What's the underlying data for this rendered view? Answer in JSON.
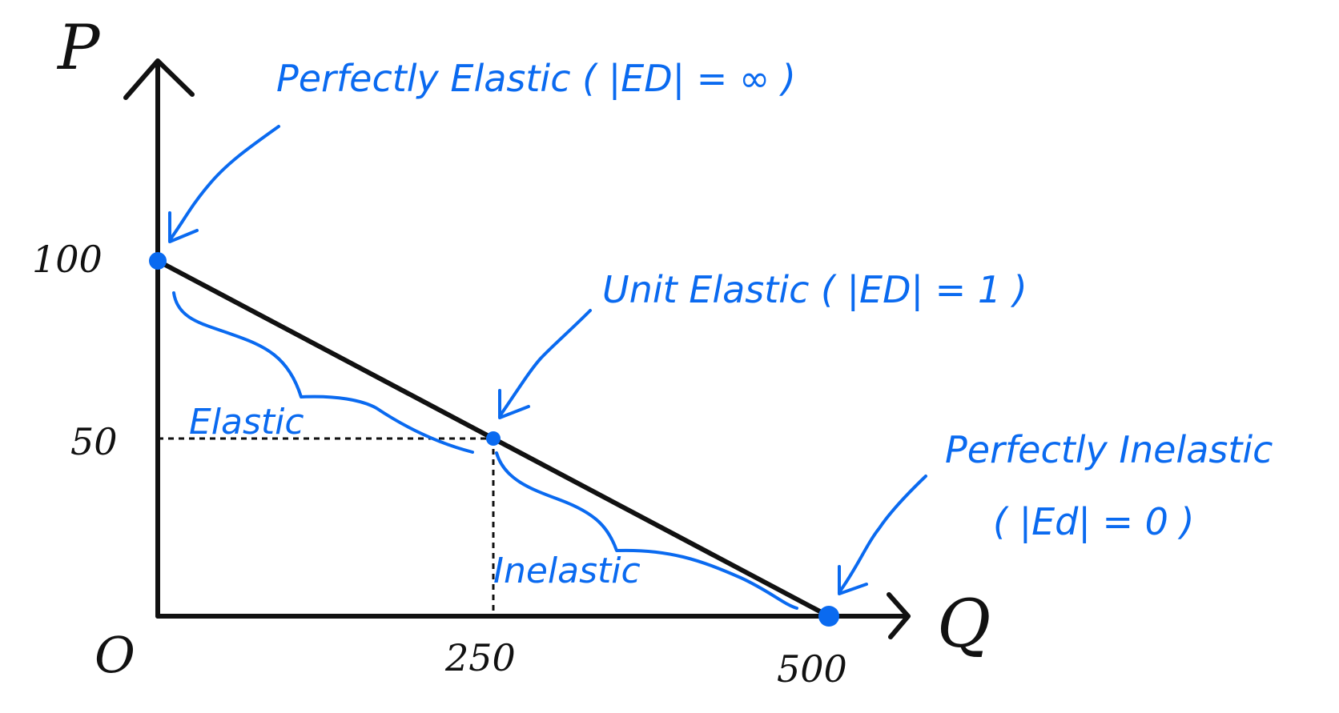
{
  "axes": {
    "y_label": "P",
    "x_label": "Q",
    "origin_label": "O",
    "y_ticks": [
      "100",
      "50"
    ],
    "x_ticks": [
      "250",
      "500"
    ]
  },
  "chart_data": {
    "type": "line",
    "series": [
      {
        "x": [
          0,
          250,
          500
        ],
        "y": [
          100,
          50,
          0
        ]
      }
    ],
    "points": [
      {
        "q": 0,
        "p": 100
      },
      {
        "q": 250,
        "p": 50
      },
      {
        "q": 500,
        "p": 0
      }
    ],
    "xlim": [
      0,
      500
    ],
    "ylim": [
      0,
      100
    ]
  },
  "annotations": {
    "perfectly_elastic": "Perfectly Elastic ( |ED| = ∞ )",
    "unit_elastic": "Unit Elastic ( |ED| = 1 )",
    "perfectly_inelastic_line1": "Perfectly Inelastic",
    "perfectly_inelastic_line2": "( |Ed| = 0 )",
    "elastic": "Elastic",
    "inelastic": "Inelastic"
  },
  "colors": {
    "ink": "#111111",
    "accent": "#0a6af0"
  }
}
